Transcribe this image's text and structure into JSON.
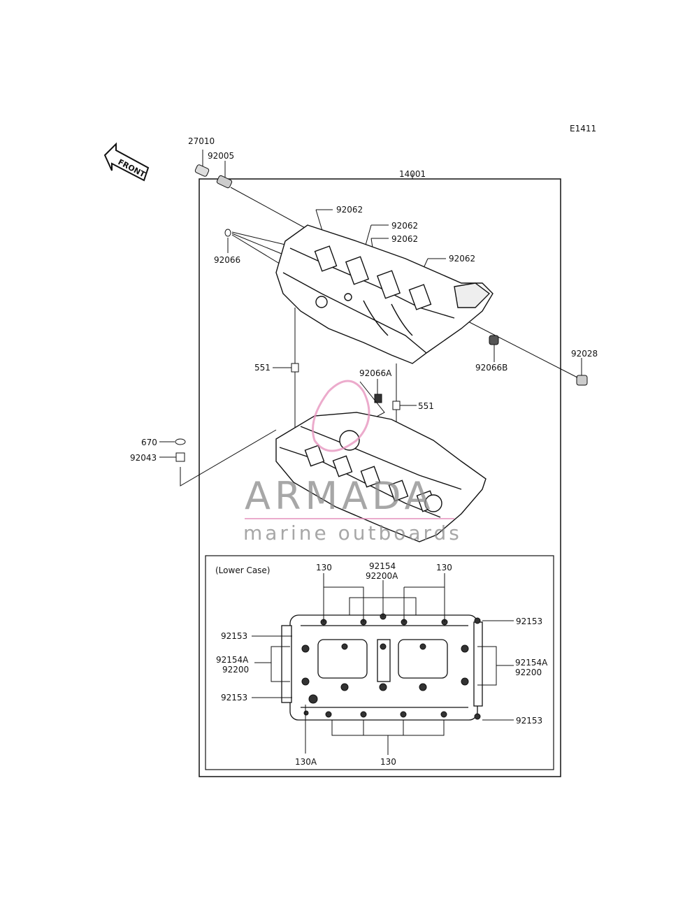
{
  "figure_code": "E1411",
  "front_label": "FRONT",
  "lower_case_title": "(Lower Case)",
  "part_labels": {
    "p27010": "27010",
    "p92005": "92005",
    "p14001": "14001",
    "p92062_a": "92062",
    "p92062_b": "92062",
    "p92062_c": "92062",
    "p92062_d": "92062",
    "p92066": "92066",
    "p92028": "92028",
    "p92066B": "92066B",
    "p551_left": "551",
    "p92066A": "92066A",
    "p551_right": "551",
    "p670": "670",
    "p92043": "92043"
  },
  "lower_case_labels": {
    "l130_tl": "130",
    "l92154_top": "92154",
    "l92200A_top": "92200A",
    "l130_tr": "130",
    "l92153_ul": "92153",
    "l92153_ur": "92153",
    "l92154A_left": "92154A",
    "l92200_left": "92200",
    "l92154A_right": "92154A",
    "l92200_right": "92200",
    "l92153_ll": "92153",
    "l92153_lr": "92153",
    "l130A": "130A",
    "l130_bottom": "130"
  },
  "watermark": {
    "brand": "ARMADA",
    "tagline": "marine outboards",
    "color": "#d98fb0"
  }
}
